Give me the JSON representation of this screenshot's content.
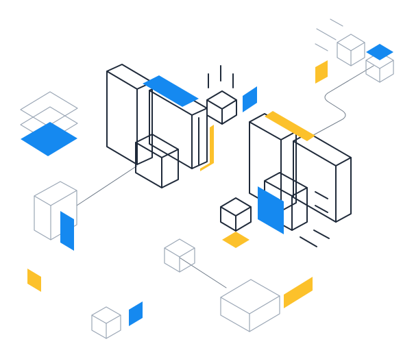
{
  "illustration": {
    "description_icons": [
      "isometric-panel-cluster-left",
      "isometric-panel-cluster-right",
      "small-cube",
      "layer-stack",
      "connector-line"
    ],
    "colors": {
      "dark_stroke": "#1f2a3a",
      "light_stroke": "#9aa6b5",
      "accent_blue": "#1589f0",
      "accent_yellow": "#fcc12b",
      "background": "#ffffff"
    }
  }
}
